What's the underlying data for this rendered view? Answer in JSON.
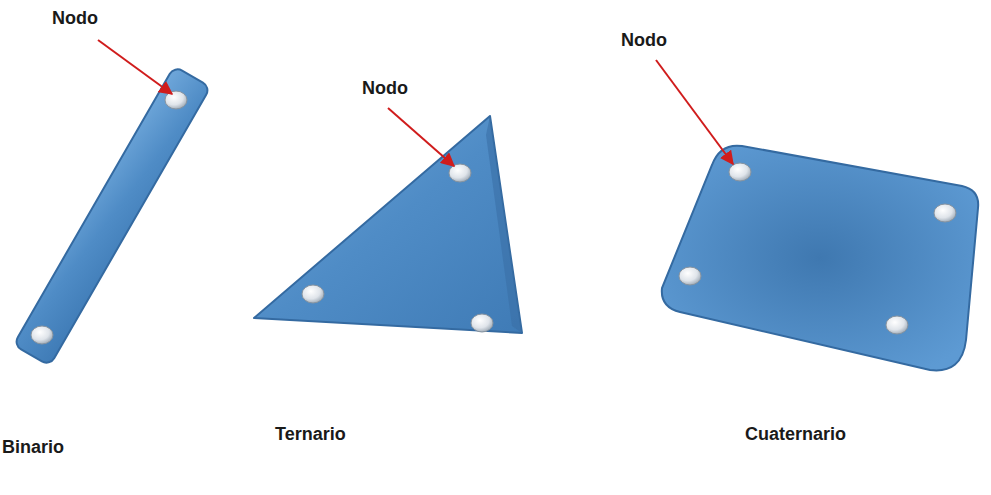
{
  "diagram": {
    "labels": [
      "Nodo",
      "Nodo",
      "Nodo",
      "Binario",
      "Ternario",
      "Cuaternario"
    ]
  }
}
